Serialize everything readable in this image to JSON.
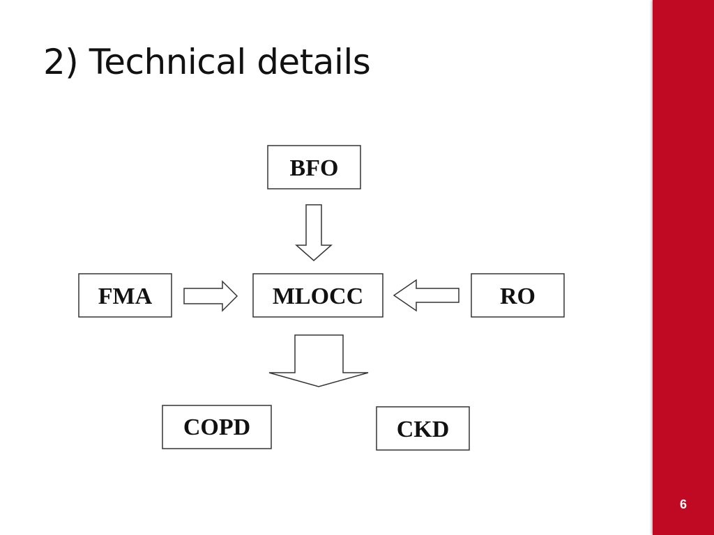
{
  "slide": {
    "title": "2) Technical details",
    "page_number": "6",
    "accent_color": "#c00a24"
  },
  "diagram": {
    "nodes": {
      "bfo": "BFO",
      "fma": "FMA",
      "mlocc": "MLOCC",
      "ro": "RO",
      "copd": "COPD",
      "ckd": "CKD"
    },
    "edges": [
      {
        "from": "BFO",
        "to": "MLOCC"
      },
      {
        "from": "FMA",
        "to": "MLOCC"
      },
      {
        "from": "RO",
        "to": "MLOCC"
      },
      {
        "from": "MLOCC",
        "to": [
          "COPD",
          "CKD"
        ]
      }
    ]
  }
}
